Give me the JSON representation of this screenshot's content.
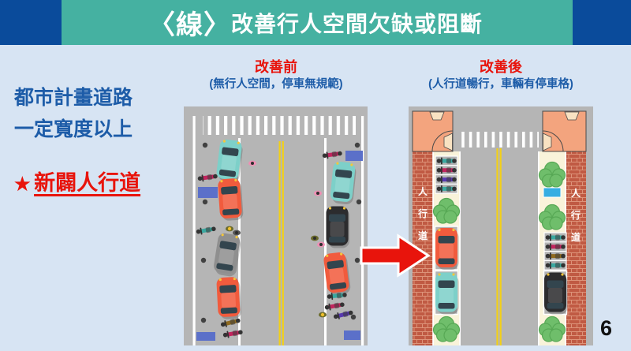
{
  "page": {
    "number": "6"
  },
  "header": {
    "title_bracket": "〈線〉",
    "title_rest": "改善行人空間欠缺或阻斷"
  },
  "intro": {
    "line1": "都市計畫道路",
    "line2": "一定寬度以上",
    "star_symbol": "★",
    "highlight": "新闢人行道"
  },
  "before": {
    "title": "改善前",
    "subtitle": "(無行人空間，停車無規範)"
  },
  "after": {
    "title": "改善後",
    "subtitle": "(人行道暢行，車輛有停車格)",
    "sidewalk": [
      "人",
      "行",
      "道"
    ]
  },
  "colors": {
    "header_teal": "#45b1a1",
    "corner_navy": "#0a4b9b",
    "background": "#d7e4f3",
    "accent_red": "#e8140c",
    "text_blue": "#1d5ca8",
    "road_gray": "#b5b5b5",
    "lane_yellow": "#f2d018",
    "brick_red": "#c05a43",
    "sidewalk_cream": "#f9f3da",
    "building_salmon": "#f3a47e",
    "tree_green": "#6fbe6b"
  }
}
